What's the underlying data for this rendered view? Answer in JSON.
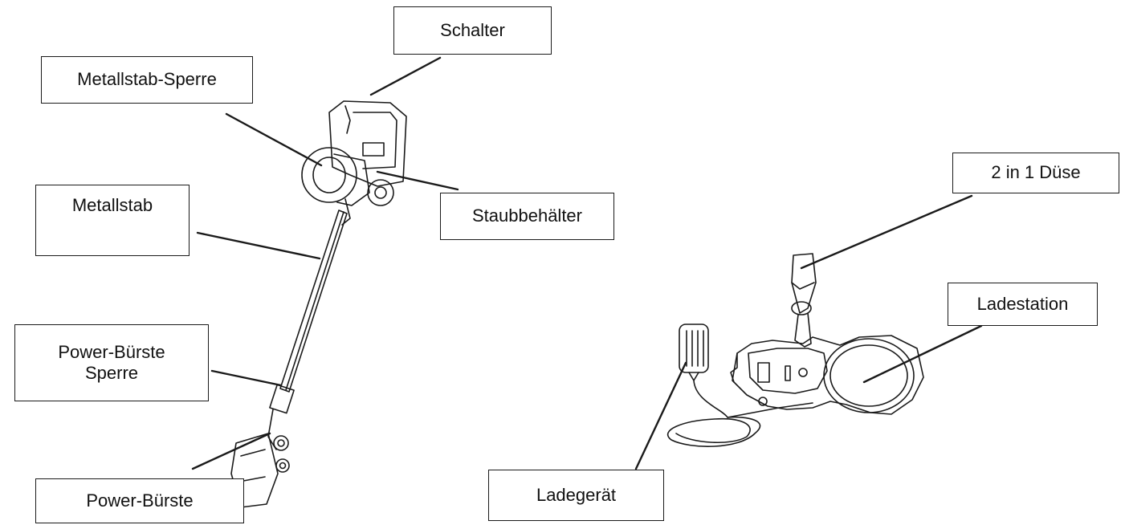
{
  "labels": {
    "schalter": "Schalter",
    "metallstab_sperre": "Metallstab-Sperre",
    "staubbehaelter": "Staubbehälter",
    "metallstab": "Metallstab",
    "power_buerste_sperre_line1": "Power-Bürste",
    "power_buerste_sperre_line2": "Sperre",
    "power_buerste": "Power-Bürste",
    "zwei_in_eins_duese": "2 in 1 Düse",
    "ladestation": "Ladestation",
    "ladegeraet": "Ladegerät"
  },
  "colors": {
    "line": "#1a1a1a",
    "background": "#ffffff"
  }
}
